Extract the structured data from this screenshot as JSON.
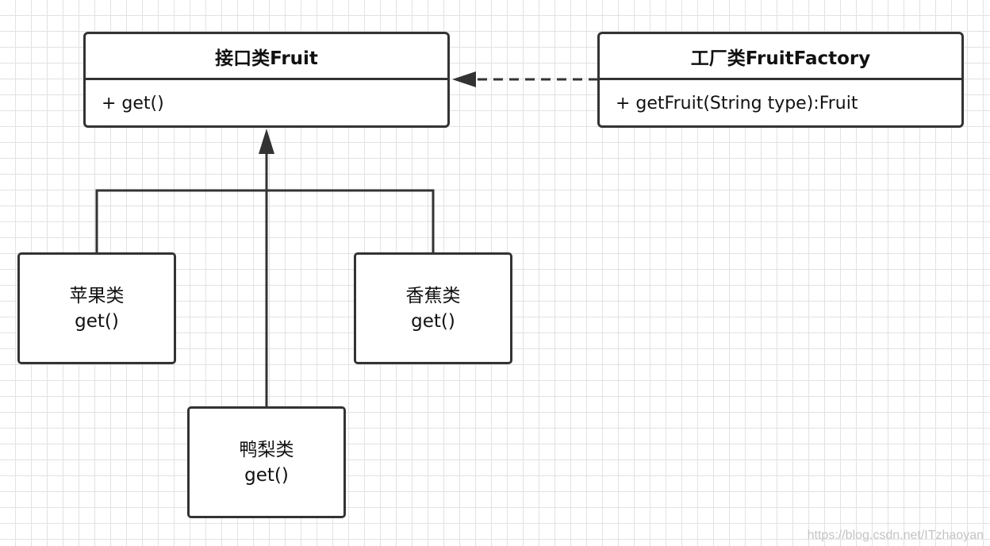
{
  "diagram": {
    "interface_class": {
      "title": "接口类Fruit",
      "member": "+ get()"
    },
    "factory_class": {
      "title": "工厂类FruitFactory",
      "member": "+ getFruit(String type):Fruit"
    },
    "apple_class": {
      "name": "苹果类",
      "method": "get()"
    },
    "banana_class": {
      "name": "香蕉类",
      "method": "get()"
    },
    "pear_class": {
      "name": "鸭梨类",
      "method": "get()"
    },
    "relationships": [
      {
        "from": "apple_class",
        "to": "interface_class",
        "kind": "realization"
      },
      {
        "from": "banana_class",
        "to": "interface_class",
        "kind": "realization"
      },
      {
        "from": "pear_class",
        "to": "interface_class",
        "kind": "realization"
      },
      {
        "from": "factory_class",
        "to": "interface_class",
        "kind": "dependency"
      }
    ]
  },
  "colors": {
    "stroke": "#333333",
    "grid": "#e2e2e2",
    "watermark": "#c4c4c4"
  },
  "watermark": "https://blog.csdn.net/ITzhaoyan"
}
